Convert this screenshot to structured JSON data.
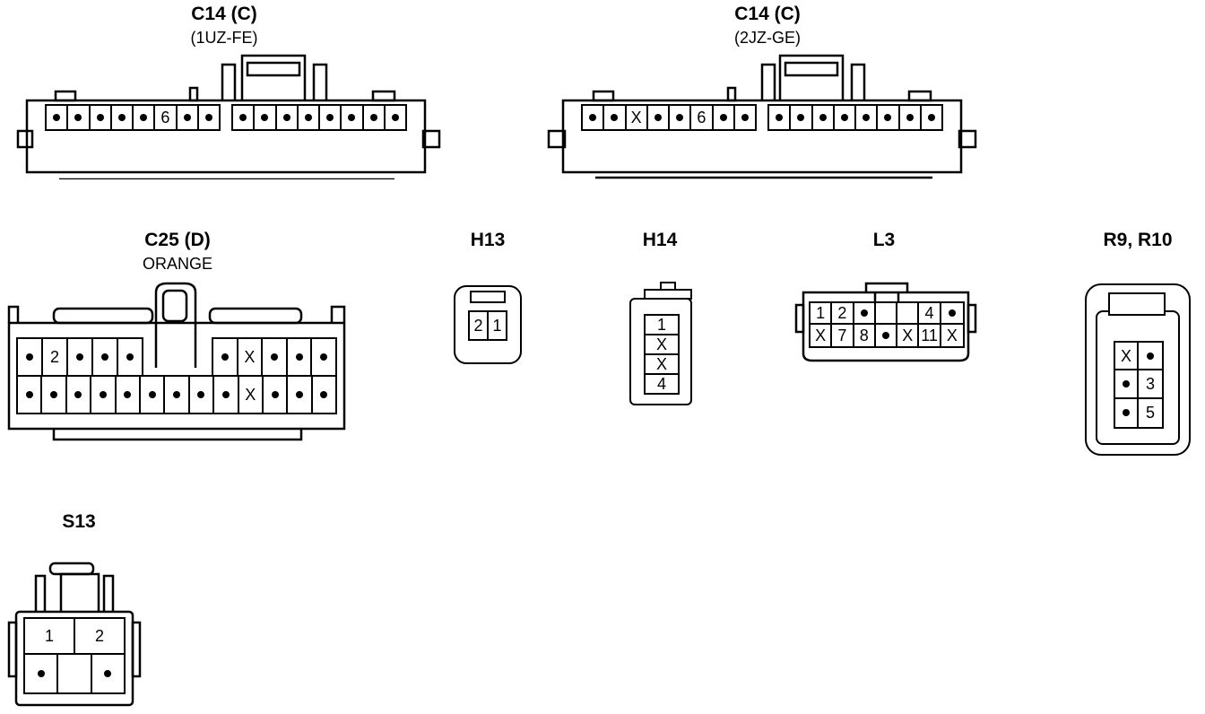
{
  "connectors": {
    "c14_1uz": {
      "title": "C14 (C)",
      "subtitle": "(1UZ-FE)",
      "left_pins": [
        "•",
        "•",
        "•",
        "•",
        "•",
        "6",
        "•",
        "•"
      ],
      "right_pins": [
        "•",
        "•",
        "•",
        "•",
        "•",
        "•",
        "•",
        "•"
      ]
    },
    "c14_2jz": {
      "title": "C14 (C)",
      "subtitle": "(2JZ-GE)",
      "left_pins": [
        "•",
        "•",
        "X",
        "•",
        "•",
        "6",
        "•",
        "•"
      ],
      "right_pins": [
        "•",
        "•",
        "•",
        "•",
        "•",
        "•",
        "•",
        "•"
      ]
    },
    "c25": {
      "title": "C25 (D)",
      "subtitle": "ORANGE",
      "top_left": [
        "•",
        "2",
        "•",
        "•",
        "•"
      ],
      "top_right": [
        "•",
        "X",
        "•",
        "•",
        "•"
      ],
      "bottom": [
        "•",
        "•",
        "•",
        "•",
        "•",
        "•",
        "•",
        "•",
        "•",
        "X",
        "•",
        "•",
        "•"
      ]
    },
    "h13": {
      "title": "H13",
      "pins": [
        "2",
        "1"
      ]
    },
    "h14": {
      "title": "H14",
      "pins": [
        "1",
        "X",
        "X",
        "4"
      ]
    },
    "l3": {
      "title": "L3",
      "top": [
        "1",
        "2",
        "•",
        "",
        "",
        "4",
        "•"
      ],
      "bottom": [
        "X",
        "7",
        "8",
        "•",
        "X",
        "11",
        "X"
      ]
    },
    "r9": {
      "title": "R9, R10",
      "pins": [
        [
          "X",
          "•"
        ],
        [
          "•",
          "3"
        ],
        [
          "•",
          "5"
        ]
      ]
    },
    "s13": {
      "title": "S13",
      "top": [
        "1",
        "2"
      ],
      "bottom": [
        "•",
        "",
        "•"
      ]
    }
  },
  "colors": {
    "line": "#000000",
    "background": "#ffffff"
  }
}
